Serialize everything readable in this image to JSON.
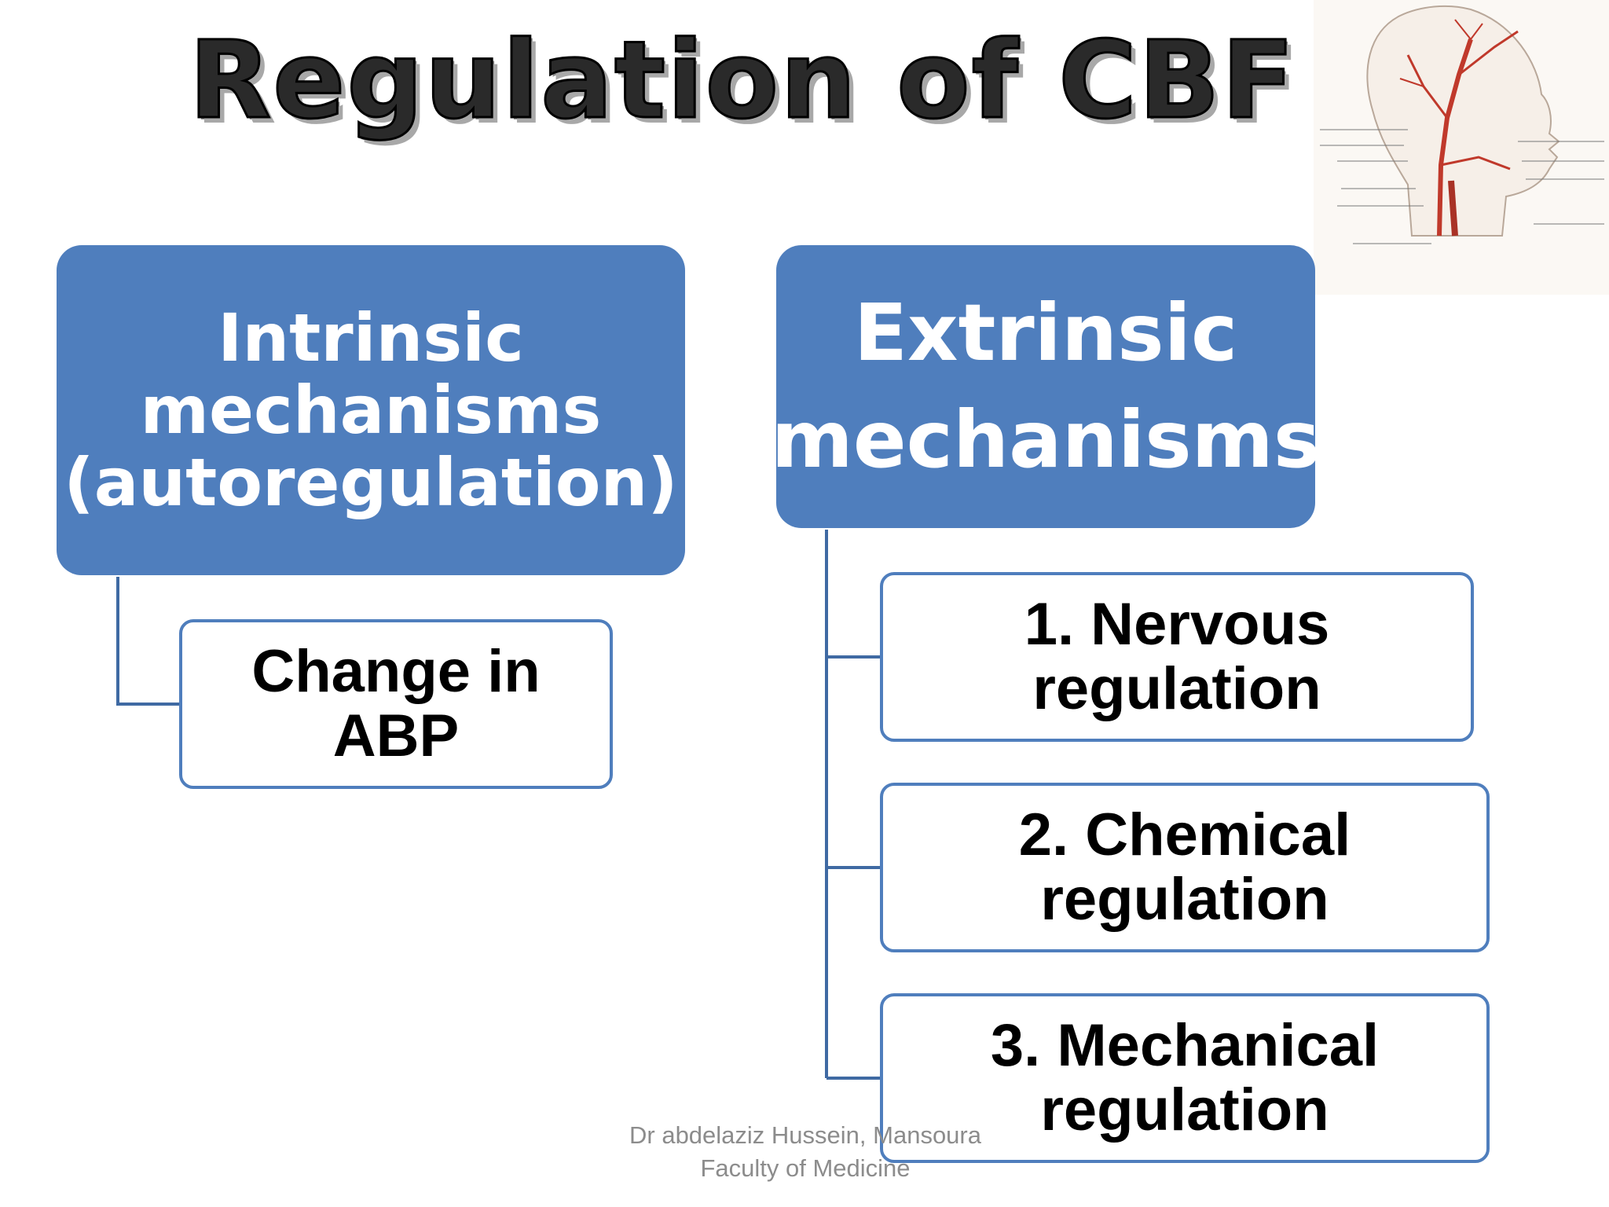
{
  "title": "Regulation of CBF",
  "intrinsic": {
    "label": "Intrinsic\nmechanisms\n(autoregulation)",
    "children": [
      "Change in\nABP"
    ]
  },
  "extrinsic": {
    "label": "Extrinsic\nmechanisms",
    "children": [
      "1. Nervous\nregulation",
      "2. Chemical\nregulation",
      "3. Mechanical\nregulation"
    ]
  },
  "footer": {
    "line1": "Dr abdelaziz Hussein, Mansoura",
    "line2": "Faculty of Medicine"
  },
  "colors": {
    "box_fill": "#4f7ebd",
    "box_text": "#ffffff",
    "child_border": "#4f7ebd",
    "connector": "#3f6aa3",
    "footer_text": "#8c8c8c"
  },
  "figure": {
    "type": "head-arteries-illustration"
  }
}
